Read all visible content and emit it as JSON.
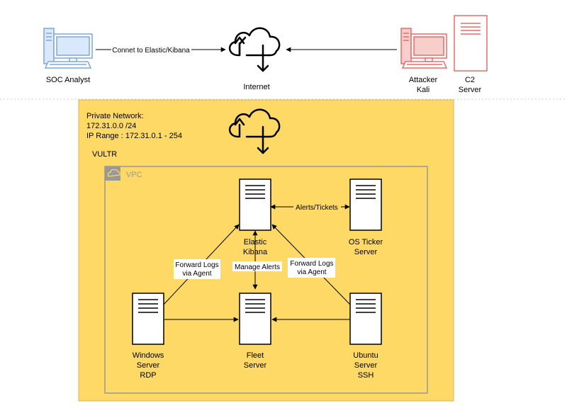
{
  "diagram": {
    "top": {
      "soc_analyst": "SOC Analyst",
      "connect_label": "Connet to Elastic/Kibana",
      "internet": "Internet",
      "attacker_line1": "Attacker",
      "attacker_line2": "Kali",
      "c2_line1": "C2",
      "c2_line2": "Server"
    },
    "network": {
      "private_line1": "Private Network:",
      "private_line2": "172.31.0.0 /24",
      "private_line3": "IP Range : 172.31.0.1 - 254",
      "provider": "VULTR",
      "vpc": "VPC"
    },
    "nodes": {
      "elastic_line1": "Elastic",
      "elastic_line2": "Kibana",
      "osticket_line1": "OS Ticker",
      "osticket_line2": "Server",
      "windows_line1": "Windows",
      "windows_line2": "Server",
      "windows_line3": "RDP",
      "fleet_line1": "Fleet",
      "fleet_line2": "Server",
      "ubuntu_line1": "Ubuntu",
      "ubuntu_line2": "Server",
      "ubuntu_line3": "SSH"
    },
    "edges": {
      "alerts_tickets": "Alerts/Tickets",
      "forward_left_1": "Forward Logs",
      "forward_left_2": "via Agent",
      "manage_alerts": "Manage Alerts",
      "forward_right_1": "Forward Logs",
      "forward_right_2": "via Agent"
    },
    "colors": {
      "zone_fill": "#ffd966",
      "zone_stroke": "#d6b656",
      "workstation_blue": "#7ea6e0",
      "attacker_red": "#ea6b66",
      "vpc_gray": "#999999"
    }
  }
}
